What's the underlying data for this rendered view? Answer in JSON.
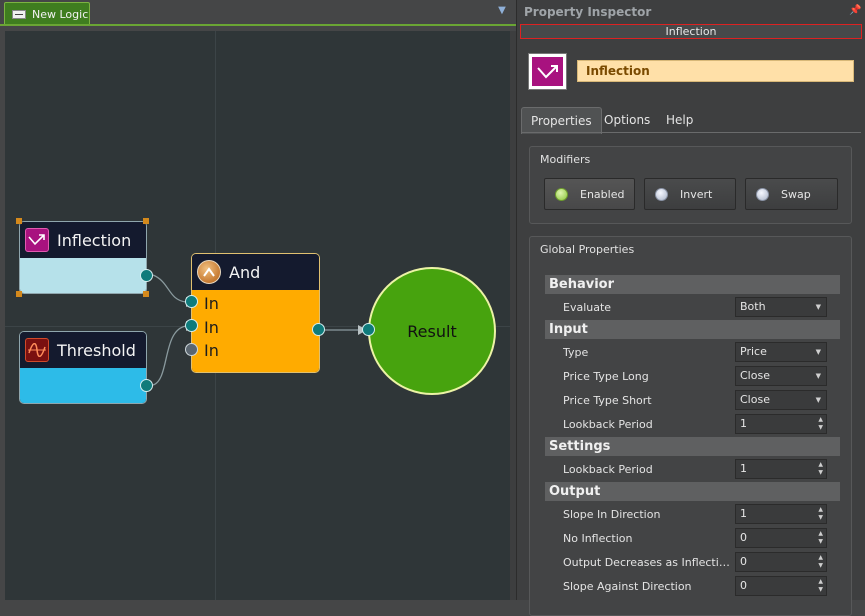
{
  "document_tab": {
    "label": "New Logic",
    "icon": "logic-document-icon"
  },
  "canvas": {
    "nodes": {
      "inflection": {
        "title": "Inflection",
        "icon": "inflection-icon",
        "body_color": "#b6e1ea"
      },
      "threshold": {
        "title": "Threshold",
        "icon": "threshold-wave-icon",
        "body_color": "#2dbbe8"
      },
      "and": {
        "title": "And",
        "icon": "and-gate-icon",
        "inputs": [
          "In",
          "In",
          "In"
        ],
        "body_color": "#ffab00"
      },
      "result": {
        "title": "Result",
        "color": "#47a30e"
      }
    }
  },
  "inspector": {
    "title": "Property Inspector",
    "selection": "Inflection",
    "selected_icon": "inflection-icon",
    "name_value": "Inflection",
    "tabs": {
      "properties": "Properties",
      "options": "Options",
      "help": "Help"
    },
    "modifiers": {
      "title": "Modifiers",
      "enabled": "Enabled",
      "invert": "Invert",
      "swap": "Swap"
    },
    "global_properties": {
      "title": "Global Properties",
      "behavior": {
        "header": "Behavior",
        "evaluate_label": "Evaluate",
        "evaluate_value": "Both"
      },
      "input": {
        "header": "Input",
        "type_label": "Type",
        "type_value": "Price",
        "price_type_long_label": "Price Type Long",
        "price_type_long_value": "Close",
        "price_type_short_label": "Price Type Short",
        "price_type_short_value": "Close",
        "lookback_period_label": "Lookback Period",
        "lookback_period_value": "1"
      },
      "settings": {
        "header": "Settings",
        "lookback_period_label": "Lookback Period",
        "lookback_period_value": "1"
      },
      "output": {
        "header": "Output",
        "slope_in_direction_label": "Slope In Direction",
        "slope_in_direction_value": "1",
        "no_inflection_label": "No Inflection",
        "no_inflection_value": "0",
        "output_decreases_label": "Output Decreases as Inflection A...",
        "output_decreases_value": "0",
        "slope_against_direction_label": "Slope Against Direction",
        "slope_against_direction_value": "0"
      }
    }
  },
  "colors": {
    "accent_green": "#6aa534",
    "selection_border": "#dd2222",
    "name_field_bg": "#ffe0a8"
  }
}
